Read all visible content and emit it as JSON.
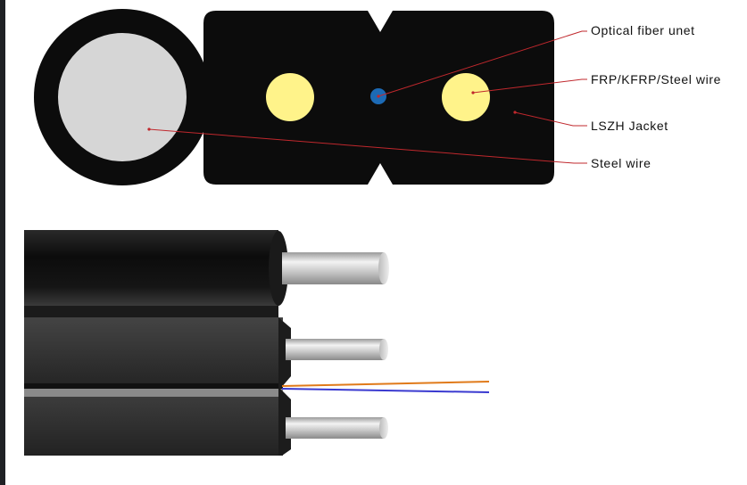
{
  "labels": {
    "optical_fiber": "Optical fiber unet",
    "strength_member": "FRP/KFRP/Steel wire",
    "jacket": "LSZH Jacket",
    "steel_wire": "Steel wire"
  },
  "colors": {
    "jacket": "#0c0c0c",
    "steel_wire": "#d6d6d6",
    "strength_member": "#fff38a",
    "fiber": "#1c6ab5",
    "leader_line": "#c0282d",
    "fiber_orange": "#e07a1a",
    "fiber_blue": "#3a3ad0"
  }
}
